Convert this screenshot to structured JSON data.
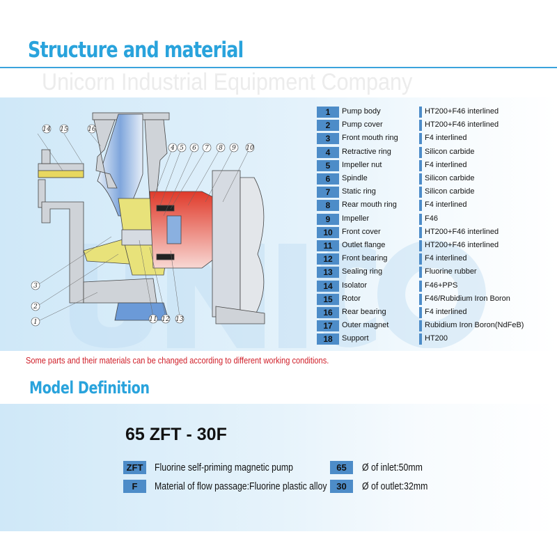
{
  "header": {
    "title": "Structure and material"
  },
  "watermark": {
    "text": "Unicorn Industrial Equipment Company",
    "logo": "UNICORN"
  },
  "diagram": {
    "callouts": [
      "14",
      "15",
      "16",
      "4",
      "5",
      "6",
      "7",
      "8",
      "9",
      "10",
      "3",
      "2",
      "1",
      "11",
      "12",
      "13"
    ]
  },
  "parts": [
    {
      "no": "1",
      "name": "Pump body",
      "material": "HT200+F46 interlined"
    },
    {
      "no": "2",
      "name": "Pump cover",
      "material": "HT200+F46 interlined"
    },
    {
      "no": "3",
      "name": "Front mouth ring",
      "material": "F4 interlined"
    },
    {
      "no": "4",
      "name": "Retractive ring",
      "material": "Silicon carbide"
    },
    {
      "no": "5",
      "name": "Impeller nut",
      "material": "F4 interlined"
    },
    {
      "no": "6",
      "name": "Spindle",
      "material": "Silicon carbide"
    },
    {
      "no": "7",
      "name": "Static ring",
      "material": "Silicon carbide"
    },
    {
      "no": "8",
      "name": "Rear mouth ring",
      "material": "F4 interlined"
    },
    {
      "no": "9",
      "name": "Impeller",
      "material": "F46"
    },
    {
      "no": "10",
      "name": "Front cover",
      "material": "HT200+F46 interlined"
    },
    {
      "no": "11",
      "name": "Outlet flange",
      "material": "HT200+F46 interlined"
    },
    {
      "no": "12",
      "name": "Front bearing",
      "material": "F4 interlined"
    },
    {
      "no": "13",
      "name": "Sealing ring",
      "material": "Fluorine rubber"
    },
    {
      "no": "14",
      "name": "Isolator",
      "material": "F46+PPS"
    },
    {
      "no": "15",
      "name": "Rotor",
      "material": "F46/Rubidium Iron Boron"
    },
    {
      "no": "16",
      "name": "Rear bearing",
      "material": "F4 interlined"
    },
    {
      "no": "17",
      "name": "Outer magnet",
      "material": "Rubidium Iron Boron(NdFeB)"
    },
    {
      "no": "18",
      "name": "Support",
      "material": "HT200"
    }
  ],
  "note": "Some parts and their materials can be changed according to different working conditions.",
  "model_definition": {
    "title": "Model Definition",
    "model": "65 ZFT - 30F",
    "codes": [
      {
        "code": "ZFT",
        "desc": "Fluorine self-priming magnetic pump"
      },
      {
        "code": "F",
        "desc": "Material of flow passage:Fluorine plastic alloy"
      },
      {
        "code": "65",
        "desc": "Ø of inlet:50mm"
      },
      {
        "code": "30",
        "desc": "Ø of outlet:32mm"
      }
    ]
  },
  "colors": {
    "accent": "#29a3dc",
    "box": "#4d8cc8",
    "note": "#d0202a"
  }
}
